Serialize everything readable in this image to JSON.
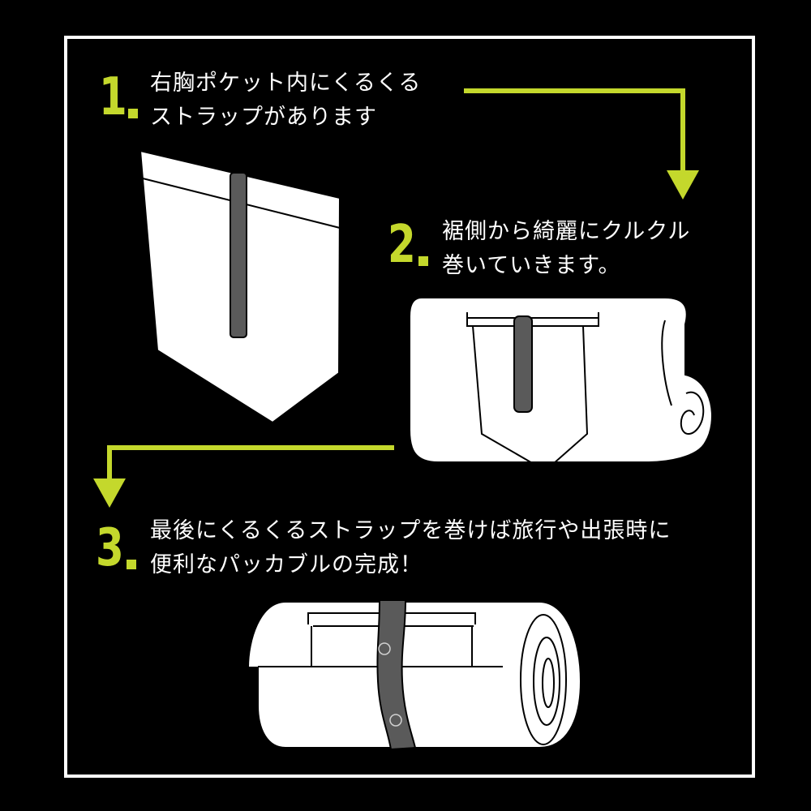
{
  "steps": [
    {
      "number": "1",
      "lines": [
        "右胸ポケット内にくるくる",
        "ストラップがあります"
      ]
    },
    {
      "number": "2",
      "lines": [
        "裾側から綺麗にクルクル",
        "巻いていきます。"
      ]
    },
    {
      "number": "3",
      "lines": [
        "最後にくるくるストラップを巻けば旅行や出張時に",
        "便利なパッカブルの完成！"
      ]
    }
  ],
  "colors": {
    "background": "#000000",
    "accent": "#c4d82c",
    "line_art": "#ffffff",
    "strap": "#5a5a5a"
  }
}
